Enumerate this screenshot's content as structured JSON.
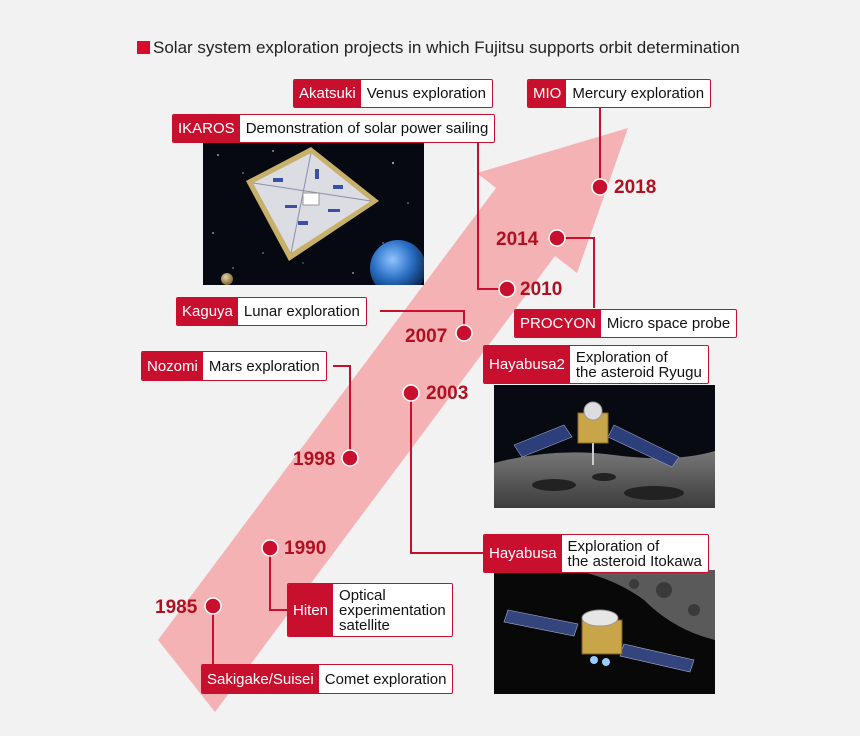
{
  "title": "Solar system exploration projects in which Fujitsu supports orbit determination",
  "colors": {
    "accent": "#c8102e",
    "arrow": "#f4aeb1",
    "year_text": "#b01020"
  },
  "projects": [
    {
      "name": "Akatsuki",
      "desc": "Venus exploration"
    },
    {
      "name": "IKAROS",
      "desc": "Demonstration of solar power sailing"
    },
    {
      "name": "MIO",
      "desc": "Mercury exploration"
    },
    {
      "name": "Kaguya",
      "desc": "Lunar exploration"
    },
    {
      "name": "Nozomi",
      "desc": "Mars exploration"
    },
    {
      "name": "PROCYON",
      "desc": "Micro space probe"
    },
    {
      "name": "Hayabusa2",
      "desc": "Exploration of\nthe asteroid Ryugu"
    },
    {
      "name": "Hayabusa",
      "desc": "Exploration of\nthe asteroid Itokawa"
    },
    {
      "name": "Hiten",
      "desc": "Optical\nexperimentation\nsatellite"
    },
    {
      "name": "Sakigake/Suisei",
      "desc": "Comet exploration"
    }
  ],
  "years": [
    "1985",
    "1990",
    "1998",
    "2003",
    "2007",
    "2010",
    "2014",
    "2018"
  ]
}
